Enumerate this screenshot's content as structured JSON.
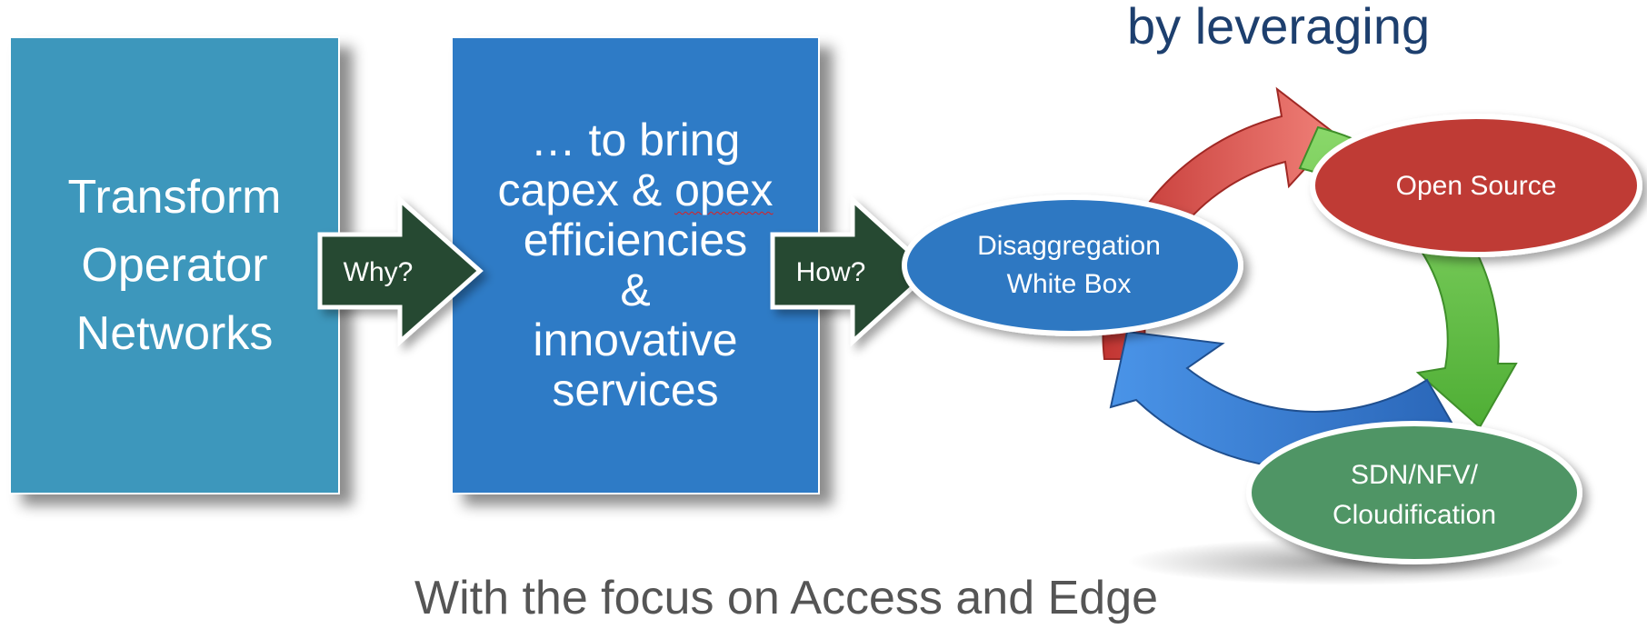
{
  "header": {
    "text": "by leveraging"
  },
  "boxes": {
    "transform": {
      "lines": [
        "Transform",
        "Operator",
        "Networks"
      ]
    },
    "bring": {
      "lines": [
        "… to bring",
        "capex & opex",
        "efficiencies",
        "&",
        "innovative",
        "services"
      ]
    }
  },
  "arrows": {
    "why": {
      "label": "Why?"
    },
    "how": {
      "label": "How?"
    }
  },
  "cycle": {
    "disaggregation": {
      "lines": [
        "Disaggregation",
        "White Box"
      ]
    },
    "open_source": {
      "label": "Open Source"
    },
    "sdn": {
      "lines": [
        "SDN/NFV/",
        "Cloudification"
      ]
    }
  },
  "footer": {
    "text": "With the focus on Access and Edge"
  },
  "colors": {
    "box_transform": "#3d97bc",
    "box_bring": "#2e7bc6",
    "arrow_dark_green": "#254a32",
    "ellipse_blue": "#2f78c2",
    "ellipse_red": "#bf3b36",
    "ellipse_green": "#4f9565",
    "cycle_red": "#e4524d",
    "cycle_green": "#6cc54a",
    "cycle_blue": "#3a82dc",
    "header_text": "#1d3f6e",
    "footer_text": "#555555"
  }
}
